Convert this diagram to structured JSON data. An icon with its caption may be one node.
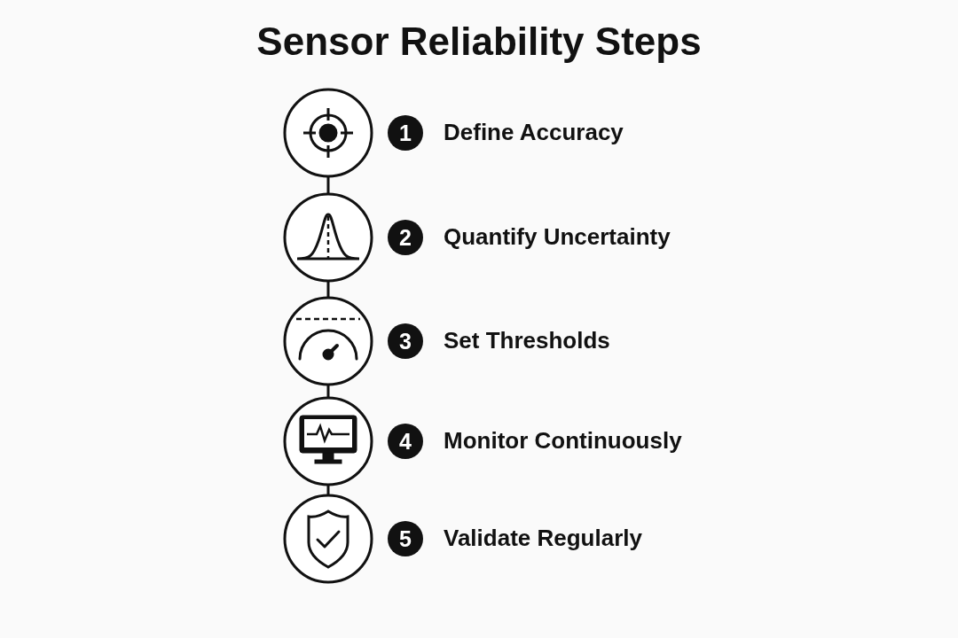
{
  "diagram": {
    "title": "Sensor Reliability Steps",
    "nodes": [
      {
        "text": [],
        "shape": "circle"
      },
      {
        "text": [
          "1"
        ],
        "beside": [
          "Define Accuracy"
        ]
      },
      {
        "text": [],
        "shape": "circle"
      },
      {
        "text": [
          "2"
        ],
        "beside": [
          "Quantify Uncertainty"
        ]
      },
      {
        "text": [],
        "shape": "circle"
      },
      {
        "text": [
          "3"
        ],
        "beside": [
          "Set Thresholds"
        ]
      },
      {
        "text": [],
        "shape": "circle"
      },
      {
        "text": [
          "4"
        ],
        "beside": [
          "Monitor Continuously"
        ]
      },
      {
        "text": [],
        "shape": "circle"
      },
      {
        "text": [
          "5"
        ],
        "beside": [
          "Validate Regularly"
        ]
      }
    ],
    "edges": [
      {
        "from": 0,
        "to": 2,
        "arrow": "none"
      },
      {
        "from": 2,
        "to": 4,
        "arrow": "none"
      },
      {
        "from": 4,
        "to": 6,
        "arrow": "none"
      },
      {
        "from": 6,
        "to": 8,
        "arrow": "none"
      }
    ]
  }
}
